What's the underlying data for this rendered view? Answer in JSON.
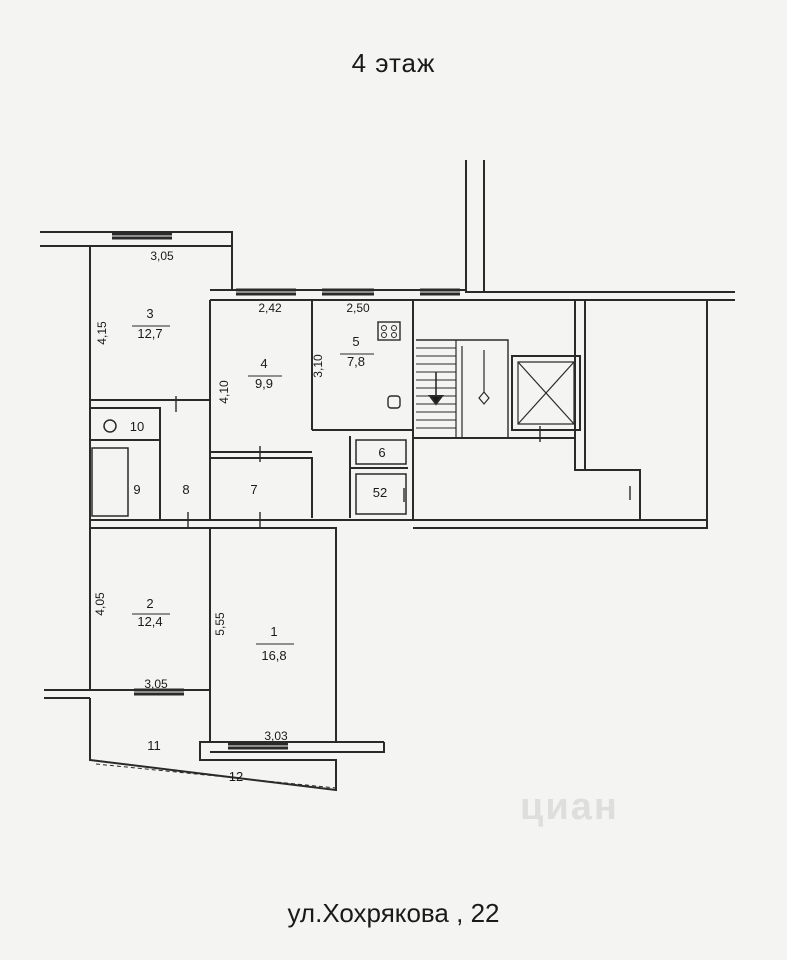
{
  "floor_title": "4  этаж",
  "address": "ул.Хохрякова  ,  22",
  "rooms": [
    {
      "id": "1",
      "area": "16,8"
    },
    {
      "id": "2",
      "area": "12,4"
    },
    {
      "id": "3",
      "area": "12,7"
    },
    {
      "id": "4",
      "area": "9,9"
    },
    {
      "id": "5",
      "area": "7,8"
    },
    {
      "id": "6"
    },
    {
      "id": "7"
    },
    {
      "id": "8"
    },
    {
      "id": "9"
    },
    {
      "id": "10"
    },
    {
      "id": "11"
    },
    {
      "id": "12"
    },
    {
      "id": "52"
    }
  ],
  "dimensions": [
    "3,05",
    "4,15",
    "2,42",
    "2,50",
    "4,10",
    "3,10",
    "4,05",
    "5,55",
    "3,05",
    "3,03"
  ],
  "watermark_logo": "циан"
}
